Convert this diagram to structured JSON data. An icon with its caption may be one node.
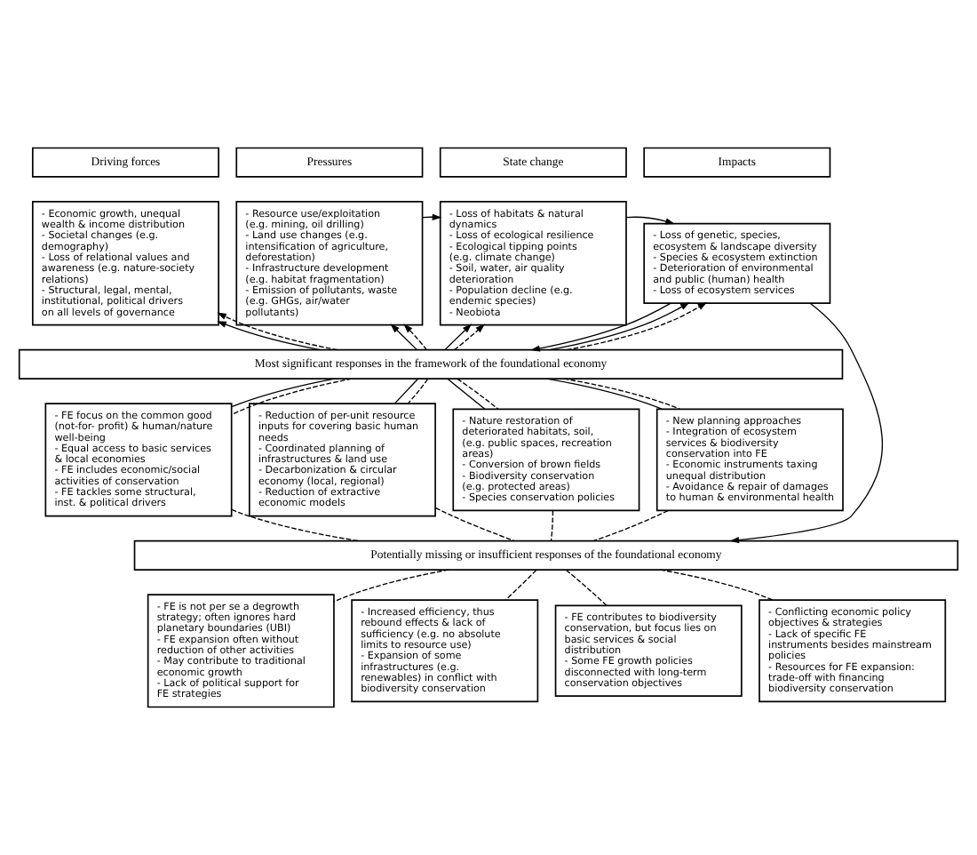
{
  "diagram": {
    "nodes": [
      {
        "text": [
          "Driving forces"
        ]
      },
      {
        "text": [
          "Pressures"
        ]
      },
      {
        "text": [
          "State change"
        ]
      },
      {
        "text": [
          "Impacts"
        ]
      },
      {
        "text": [
          "- Economic growth, unequal wealth & income distribution",
          "- Societal changes (e.g. demography)",
          "- Loss of relational values and awareness (e.g. nature-society relations)",
          "- Structural, legal, mental, institutional, political drivers on all levels of governance"
        ]
      },
      {
        "text": [
          "- Resource use/exploitation (e.g. mining, oil drilling)",
          "- Land use changes (e.g. intensification of agriculture, deforestation)",
          "- Infrastructure development (e.g. habitat fragmentation)",
          "- Emission of pollutants, waste (e.g. GHGs, air/water pollutants)"
        ]
      },
      {
        "text": [
          "- Loss of habitats & natural dynamics",
          "- Loss of ecological resilience",
          "- Ecological tipping points (e.g. climate change)",
          "- Soil, water, air quality deterioration",
          "- Population decline (e.g. endemic species)",
          "- Neobiota"
        ]
      },
      {
        "text": [
          "- Loss of genetic, species, ecosystem & landscape diversity",
          "- Species & ecosystem extinction",
          "- Deterioration of environmental and public (human) health",
          "- Loss of ecosystem services"
        ]
      },
      {
        "text": [
          "Most significant responses in the framework of the foundational economy"
        ]
      },
      {
        "text": [
          "- FE focus on the common good (not-for- profit) & human/nature well-being",
          "- Equal access to basic services & local economies",
          "- FE includes economic/social activities of conservation",
          "- FE tackles some structural, inst. & political drivers"
        ]
      },
      {
        "text": [
          "- Reduction of per-unit resource inputs for covering basic human needs",
          "- Coordinated planning of infrastructures & land use",
          "- Decarbonization & circular economy (local, regional)",
          "- Reduction of extractive economic models"
        ]
      },
      {
        "text": [
          "- Nature restoration of deteriorated habitats, soil, (e.g. public spaces, recreation areas)",
          "- Conversion of brown fields",
          "- Biodiversity conservation (e.g. protected areas)",
          "- Species conservation policies"
        ]
      },
      {
        "text": [
          "- New planning approaches",
          "- Integration of ecosystem services & biodiversity conservation into FE",
          "- Economic instruments taxing unequal distribution",
          "- Avoidance & repair of damages to human & environmental health"
        ]
      },
      {
        "text": [
          "Potentially missing or insufficient responses of the foundational economy"
        ]
      },
      {
        "text": [
          "- FE is not per se a degrowth strategy; often ignores hard planetary boundaries (UBI)",
          "- FE expansion often without reduction of other activities",
          "- May contribute to traditional economic growth",
          "- Lack of political support for FE strategies"
        ]
      },
      {
        "text": [
          "- Increased efficiency, thus rebound effects & lack of sufficiency (e.g. no absolute limits to resource use)",
          "- Expansion of some infrastructures (e.g. renewables) in conflict with biodiversity conservation"
        ]
      },
      {
        "text": [
          "- FE contributes to biodiversity conservation, but focus lies on basic services & social distribution",
          "- Some FE growth policies disconnected with long-term conservation objectives"
        ]
      },
      {
        "text": [
          "- Conflicting economic policy objectives & strategies",
          "- Lack of specific FE instruments besides mainstream policies",
          "- Resources for FE expansion: trade-off with financing biodiversity conservation"
        ]
      }
    ],
    "edges": [
      {
        "from": 5,
        "to": 6,
        "arrow": "to"
      },
      {
        "from": 6,
        "to": 7,
        "arrow": "to"
      },
      {
        "from": 7,
        "to": 8,
        "arrow": "to"
      },
      {
        "from": 7,
        "to": 13,
        "arrow": "to"
      },
      {
        "from": 8,
        "to": 4,
        "arrow": "to"
      },
      {
        "from": 8,
        "to": 4,
        "arrow": "to",
        "style": "dashed"
      },
      {
        "from": 8,
        "to": 5,
        "arrow": "to"
      },
      {
        "from": 8,
        "to": 5,
        "arrow": "to",
        "style": "dashed"
      },
      {
        "from": 8,
        "to": 6,
        "arrow": "to"
      },
      {
        "from": 8,
        "to": 6,
        "arrow": "to",
        "style": "dashed"
      },
      {
        "from": 8,
        "to": 7,
        "arrow": "to"
      },
      {
        "from": 8,
        "to": 7,
        "arrow": "to",
        "style": "dashed"
      },
      {
        "from": 8,
        "to": 9,
        "arrow": "none"
      },
      {
        "from": 8,
        "to": 9,
        "arrow": "none",
        "style": "dashed"
      },
      {
        "from": 8,
        "to": 10,
        "arrow": "none"
      },
      {
        "from": 8,
        "to": 10,
        "arrow": "none",
        "style": "dashed"
      },
      {
        "from": 8,
        "to": 11,
        "arrow": "none"
      },
      {
        "from": 8,
        "to": 11,
        "arrow": "none",
        "style": "dashed"
      },
      {
        "from": 8,
        "to": 12,
        "arrow": "none"
      },
      {
        "from": 8,
        "to": 12,
        "arrow": "none",
        "style": "dashed"
      },
      {
        "from": 9,
        "to": 13,
        "arrow": "none",
        "style": "dashed"
      },
      {
        "from": 10,
        "to": 13,
        "arrow": "none",
        "style": "dashed"
      },
      {
        "from": 11,
        "to": 13,
        "arrow": "none",
        "style": "dashed"
      },
      {
        "from": 12,
        "to": 13,
        "arrow": "none",
        "style": "dashed"
      },
      {
        "from": 13,
        "to": 14,
        "arrow": "none",
        "style": "dashed"
      },
      {
        "from": 13,
        "to": 15,
        "arrow": "none",
        "style": "dashed"
      },
      {
        "from": 13,
        "to": 16,
        "arrow": "none",
        "style": "dashed"
      },
      {
        "from": 13,
        "to": 17,
        "arrow": "none",
        "style": "dashed"
      }
    ]
  }
}
